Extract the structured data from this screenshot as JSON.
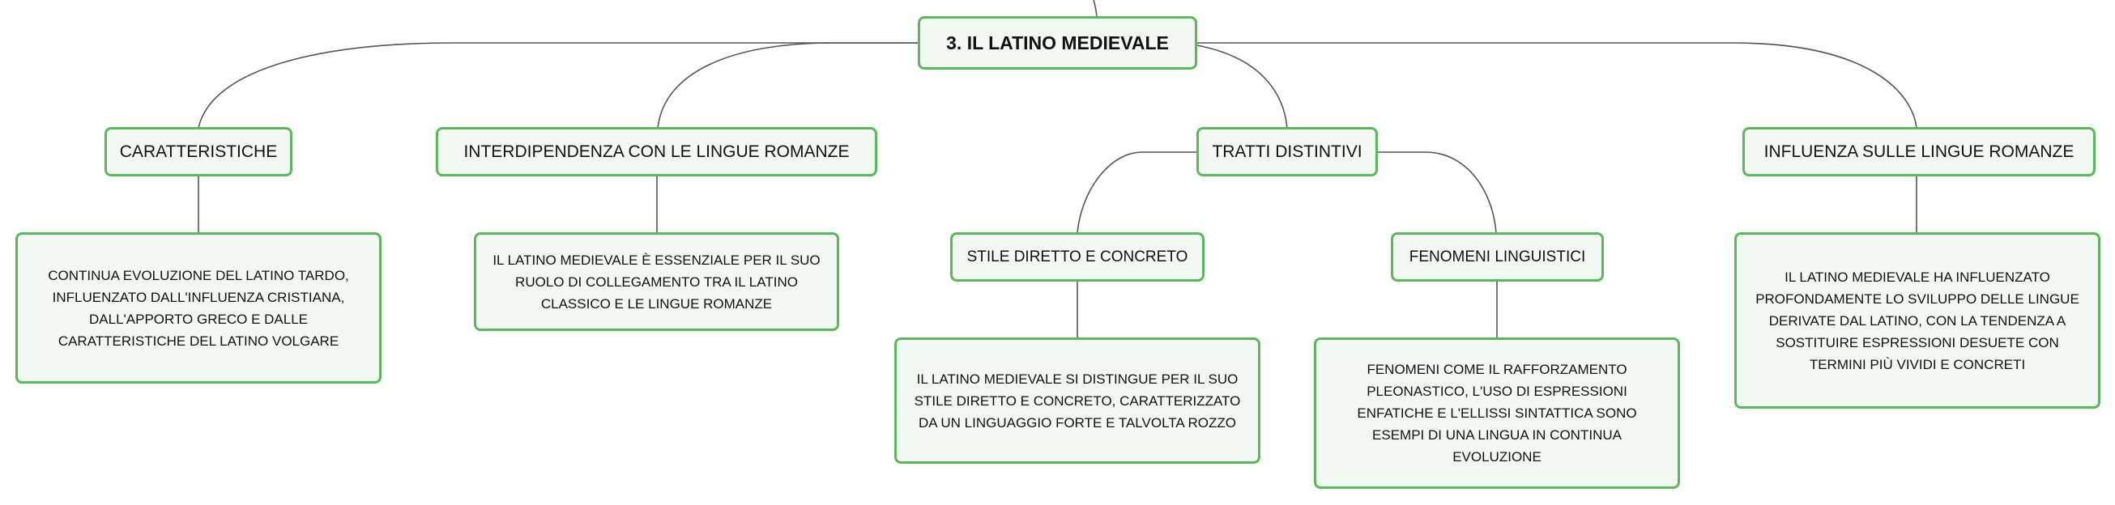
{
  "map": {
    "root": {
      "label": "3. IL LATINO MEDIEVALE"
    },
    "branches": [
      {
        "label": "CARATTERISTICHE",
        "detail": "CONTINUA EVOLUZIONE DEL LATINO TARDO, INFLUENZATO DALL'INFLUENZA CRISTIANA, DALL'APPORTO GRECO E DALLE CARATTERISTICHE DEL LATINO VOLGARE"
      },
      {
        "label": "INTERDIPENDENZA CON LE LINGUE ROMANZE",
        "detail": "IL LATINO MEDIEVALE È ESSENZIALE PER IL SUO RUOLO DI COLLEGAMENTO TRA IL LATINO CLASSICO E LE LINGUE ROMANZE"
      },
      {
        "label": "TRATTI DISTINTIVI",
        "children": [
          {
            "label": "STILE DIRETTO E CONCRETO",
            "detail": "IL LATINO MEDIEVALE SI DISTINGUE PER IL SUO STILE DIRETTO E CONCRETO, CARATTERIZZATO DA UN LINGUAGGIO FORTE E TALVOLTA ROZZO"
          },
          {
            "label": "FENOMENI LINGUISTICI",
            "detail": "FENOMENI COME IL RAFFORZAMENTO PLEONASTICO, L'USO DI ESPRESSIONI ENFATICHE E L'ELLISSI SINTATTICA SONO ESEMPI DI UNA LINGUA IN CONTINUA EVOLUZIONE"
          }
        ]
      },
      {
        "label": "INFLUENZA SULLE LINGUE ROMANZE",
        "detail": "IL LATINO MEDIEVALE HA INFLUENZATO PROFONDAMENTE LO SVILUPPO DELLE LINGUE DERIVATE DAL LATINO, CON LA TENDENZA A SOSTITUIRE ESPRESSIONI DESUETE CON TERMINI PIÙ VIVIDI E CONCRETI"
      }
    ]
  },
  "colors": {
    "node_border": "#5cb85c",
    "node_fill": "#f1f9f2",
    "connector": "#555555",
    "text": "#111111"
  }
}
